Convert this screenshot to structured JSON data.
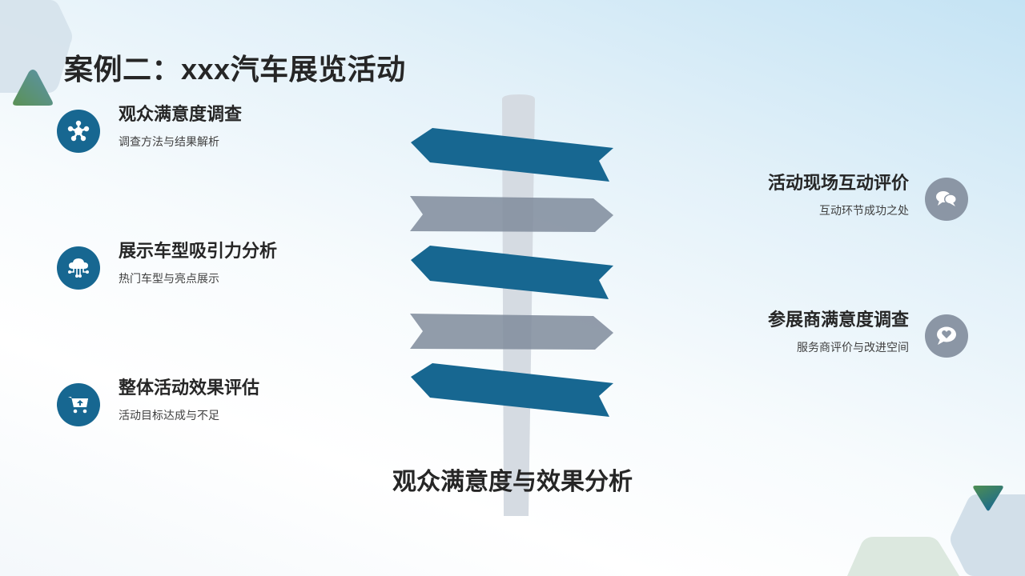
{
  "slide": {
    "title": "案例二：xxx汽车展览活动",
    "center_caption": "观众满意度与效果分析"
  },
  "left_items": [
    {
      "heading": "观众满意度调查",
      "subtitle": "调查方法与结果解析",
      "icon": "network-nodes-icon"
    },
    {
      "heading": "展示车型吸引力分析",
      "subtitle": "热门车型与亮点展示",
      "icon": "cloud-network-icon"
    },
    {
      "heading": "整体活动效果评估",
      "subtitle": "活动目标达成与不足",
      "icon": "shopping-cart-upload-icon"
    }
  ],
  "right_items": [
    {
      "heading": "活动现场互动评价",
      "subtitle": "互动环节成功之处",
      "icon": "chat-bubbles-icon"
    },
    {
      "heading": "参展商满意度调查",
      "subtitle": "服务商评价与改进空间",
      "icon": "heart-chat-icon"
    }
  ],
  "colors": {
    "primary_blue": "#176791",
    "slate_gray": "#8b96a5",
    "text_dark": "#262626",
    "pole_gray": "#d5dbe2"
  }
}
